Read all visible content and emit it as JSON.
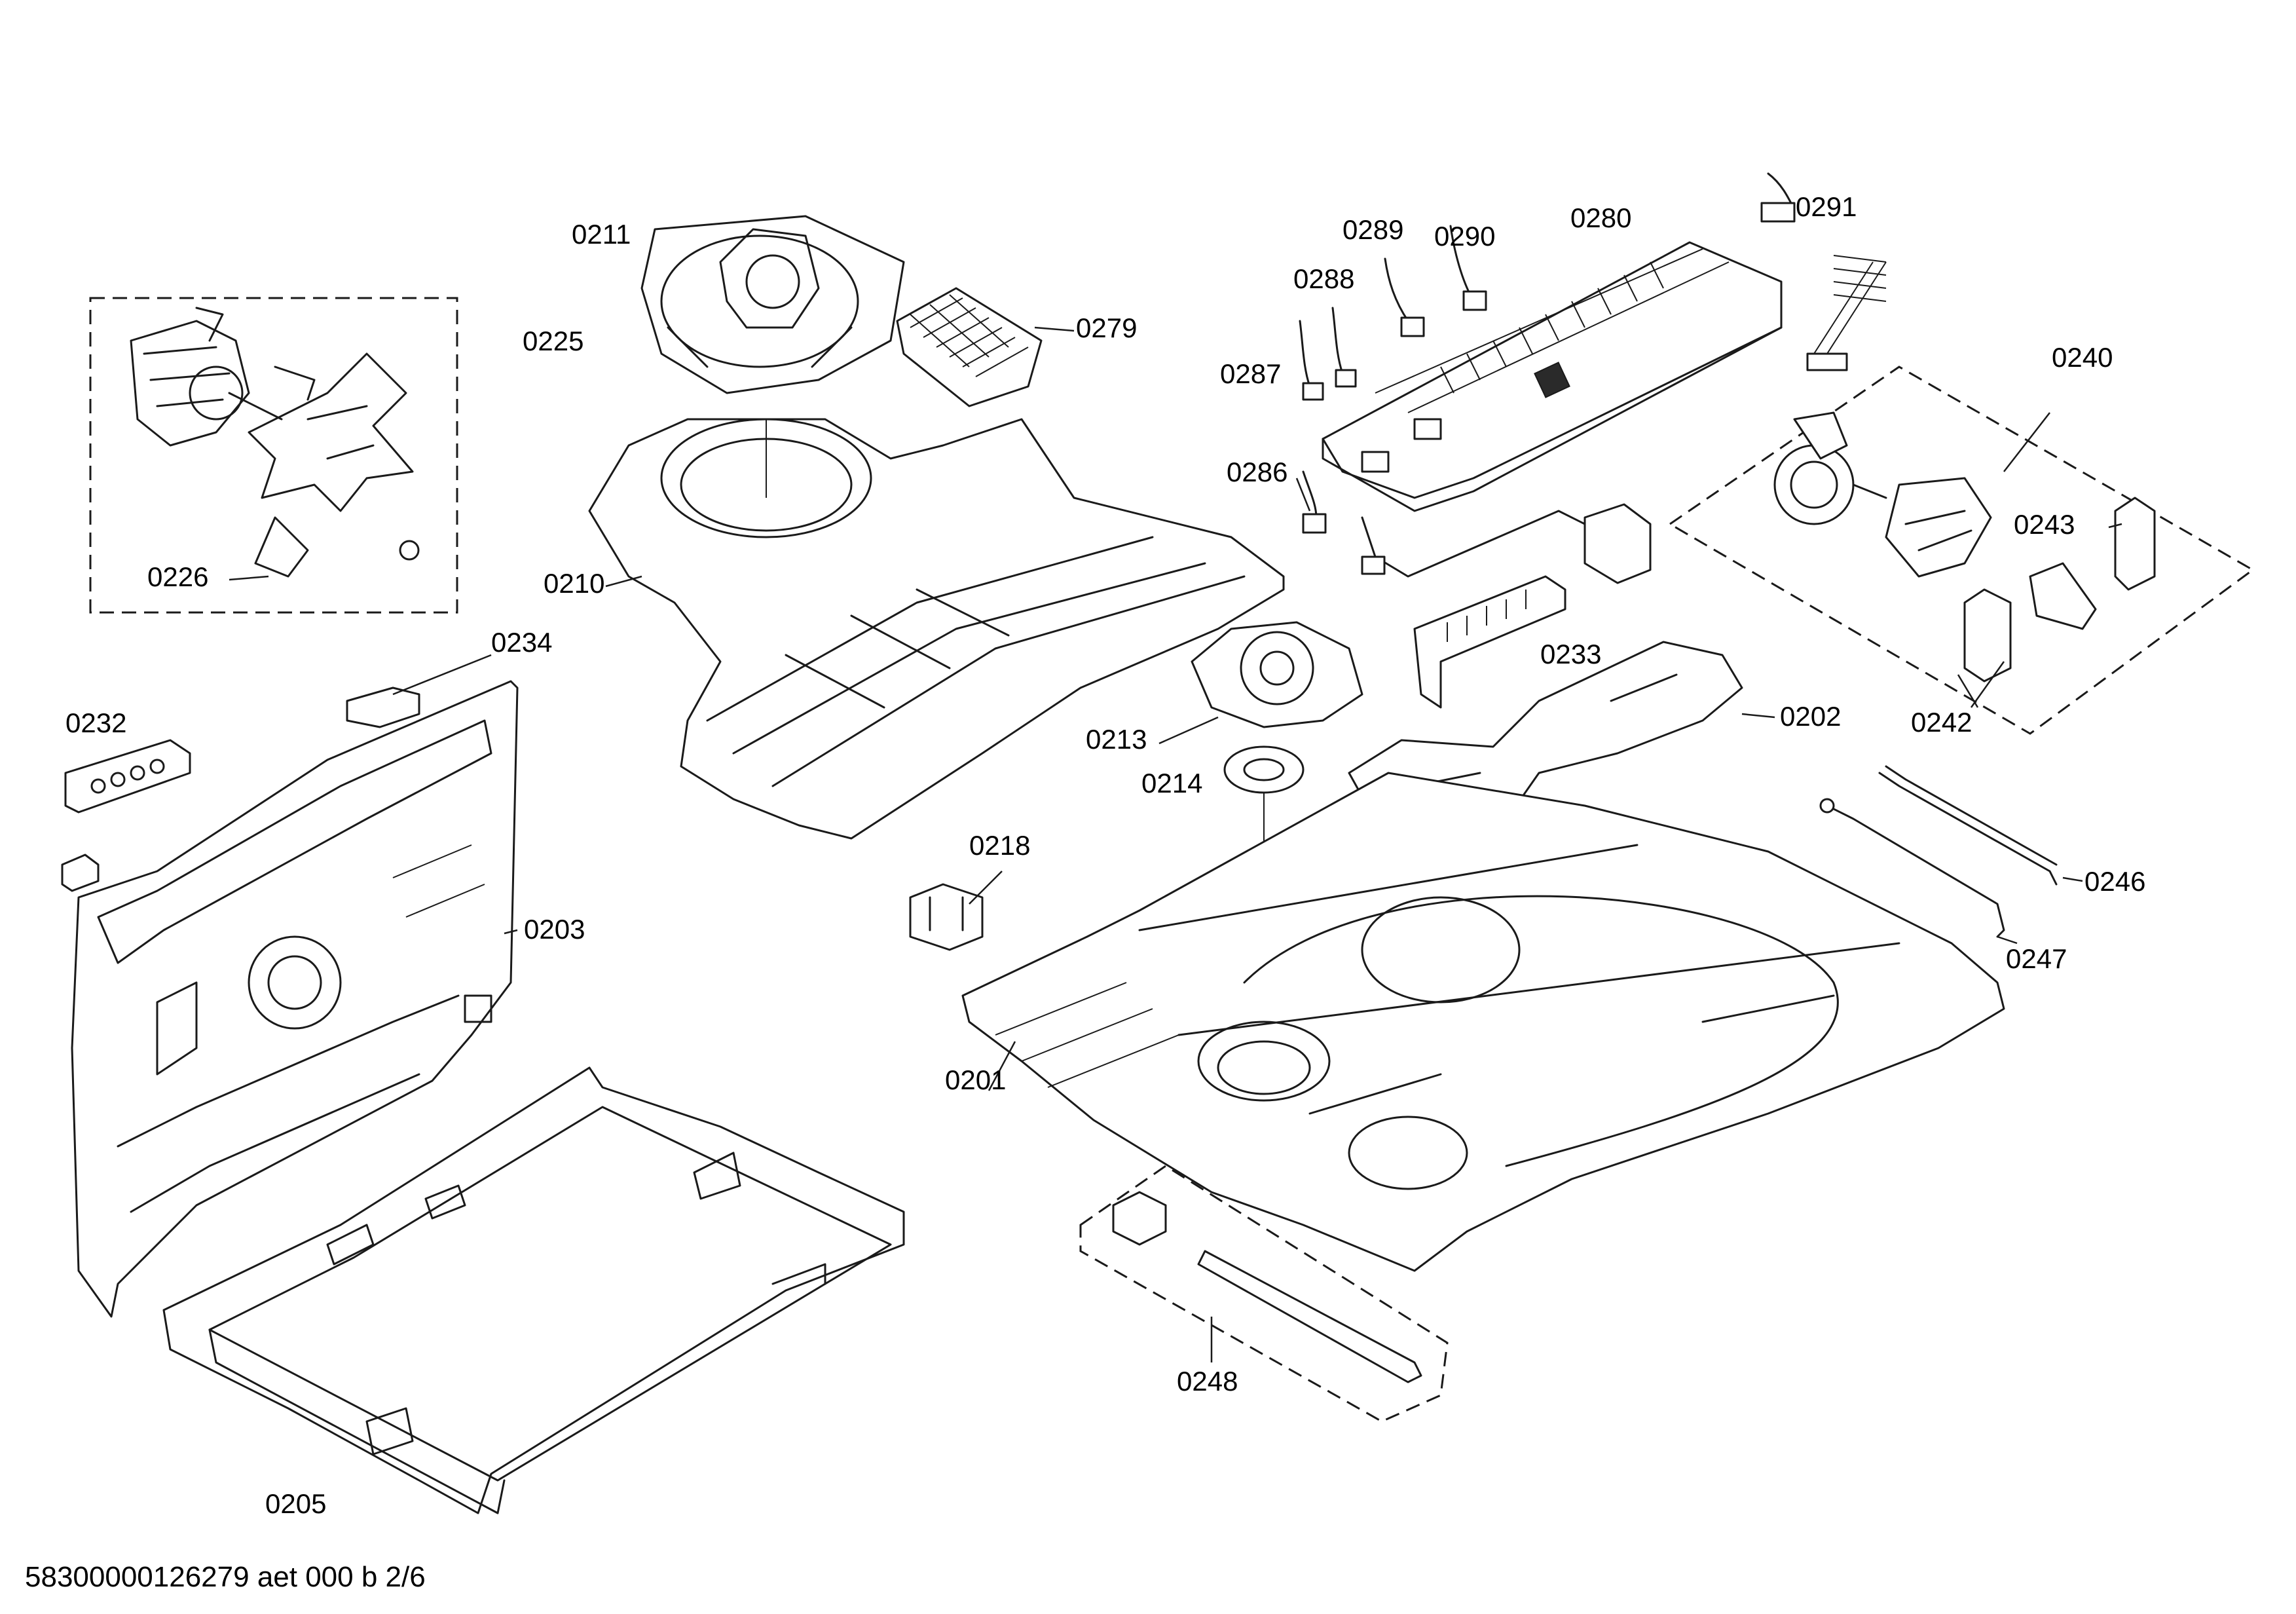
{
  "labels": {
    "p0211": "0211",
    "p0225": "0225",
    "p0226": "0226",
    "p0279": "0279",
    "p0210": "0210",
    "p0289": "0289",
    "p0290": "0290",
    "p0280": "0280",
    "p0291": "0291",
    "p0288": "0288",
    "p0287": "0287",
    "p0286": "0286",
    "p0240": "0240",
    "p0243": "0243",
    "p0242": "0242",
    "p0233": "0233",
    "p0202": "0202",
    "p0213": "0213",
    "p0214": "0214",
    "p0234": "0234",
    "p0232": "0232",
    "p0203": "0203",
    "p0218": "0218",
    "p0246": "0246",
    "p0247": "0247",
    "p0201": "0201",
    "p0248": "0248",
    "p0205": "0205"
  },
  "footer": "58300000126279 aet 000 b 2/6"
}
